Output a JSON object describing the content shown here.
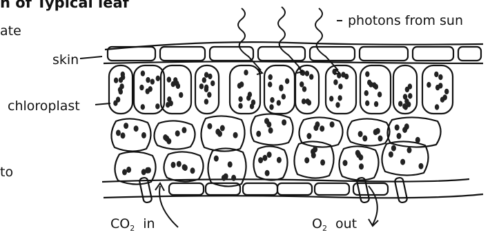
{
  "heading": "n of Typical leaf",
  "cut_text": {
    "left_top": "ate",
    "left_bottom": "to"
  },
  "labels": {
    "photons": "photons from sun",
    "skin": "skin",
    "chloroplast": "chloroplast",
    "co2_prefix": "CO",
    "co2_sub": "2",
    "co2_suffix": "in",
    "o2_prefix": "O",
    "o2_sub": "2",
    "o2_suffix": "out"
  },
  "colors": {
    "ink": "#111111",
    "paper": "#ffffff",
    "stomata_hatch": "#444444"
  }
}
